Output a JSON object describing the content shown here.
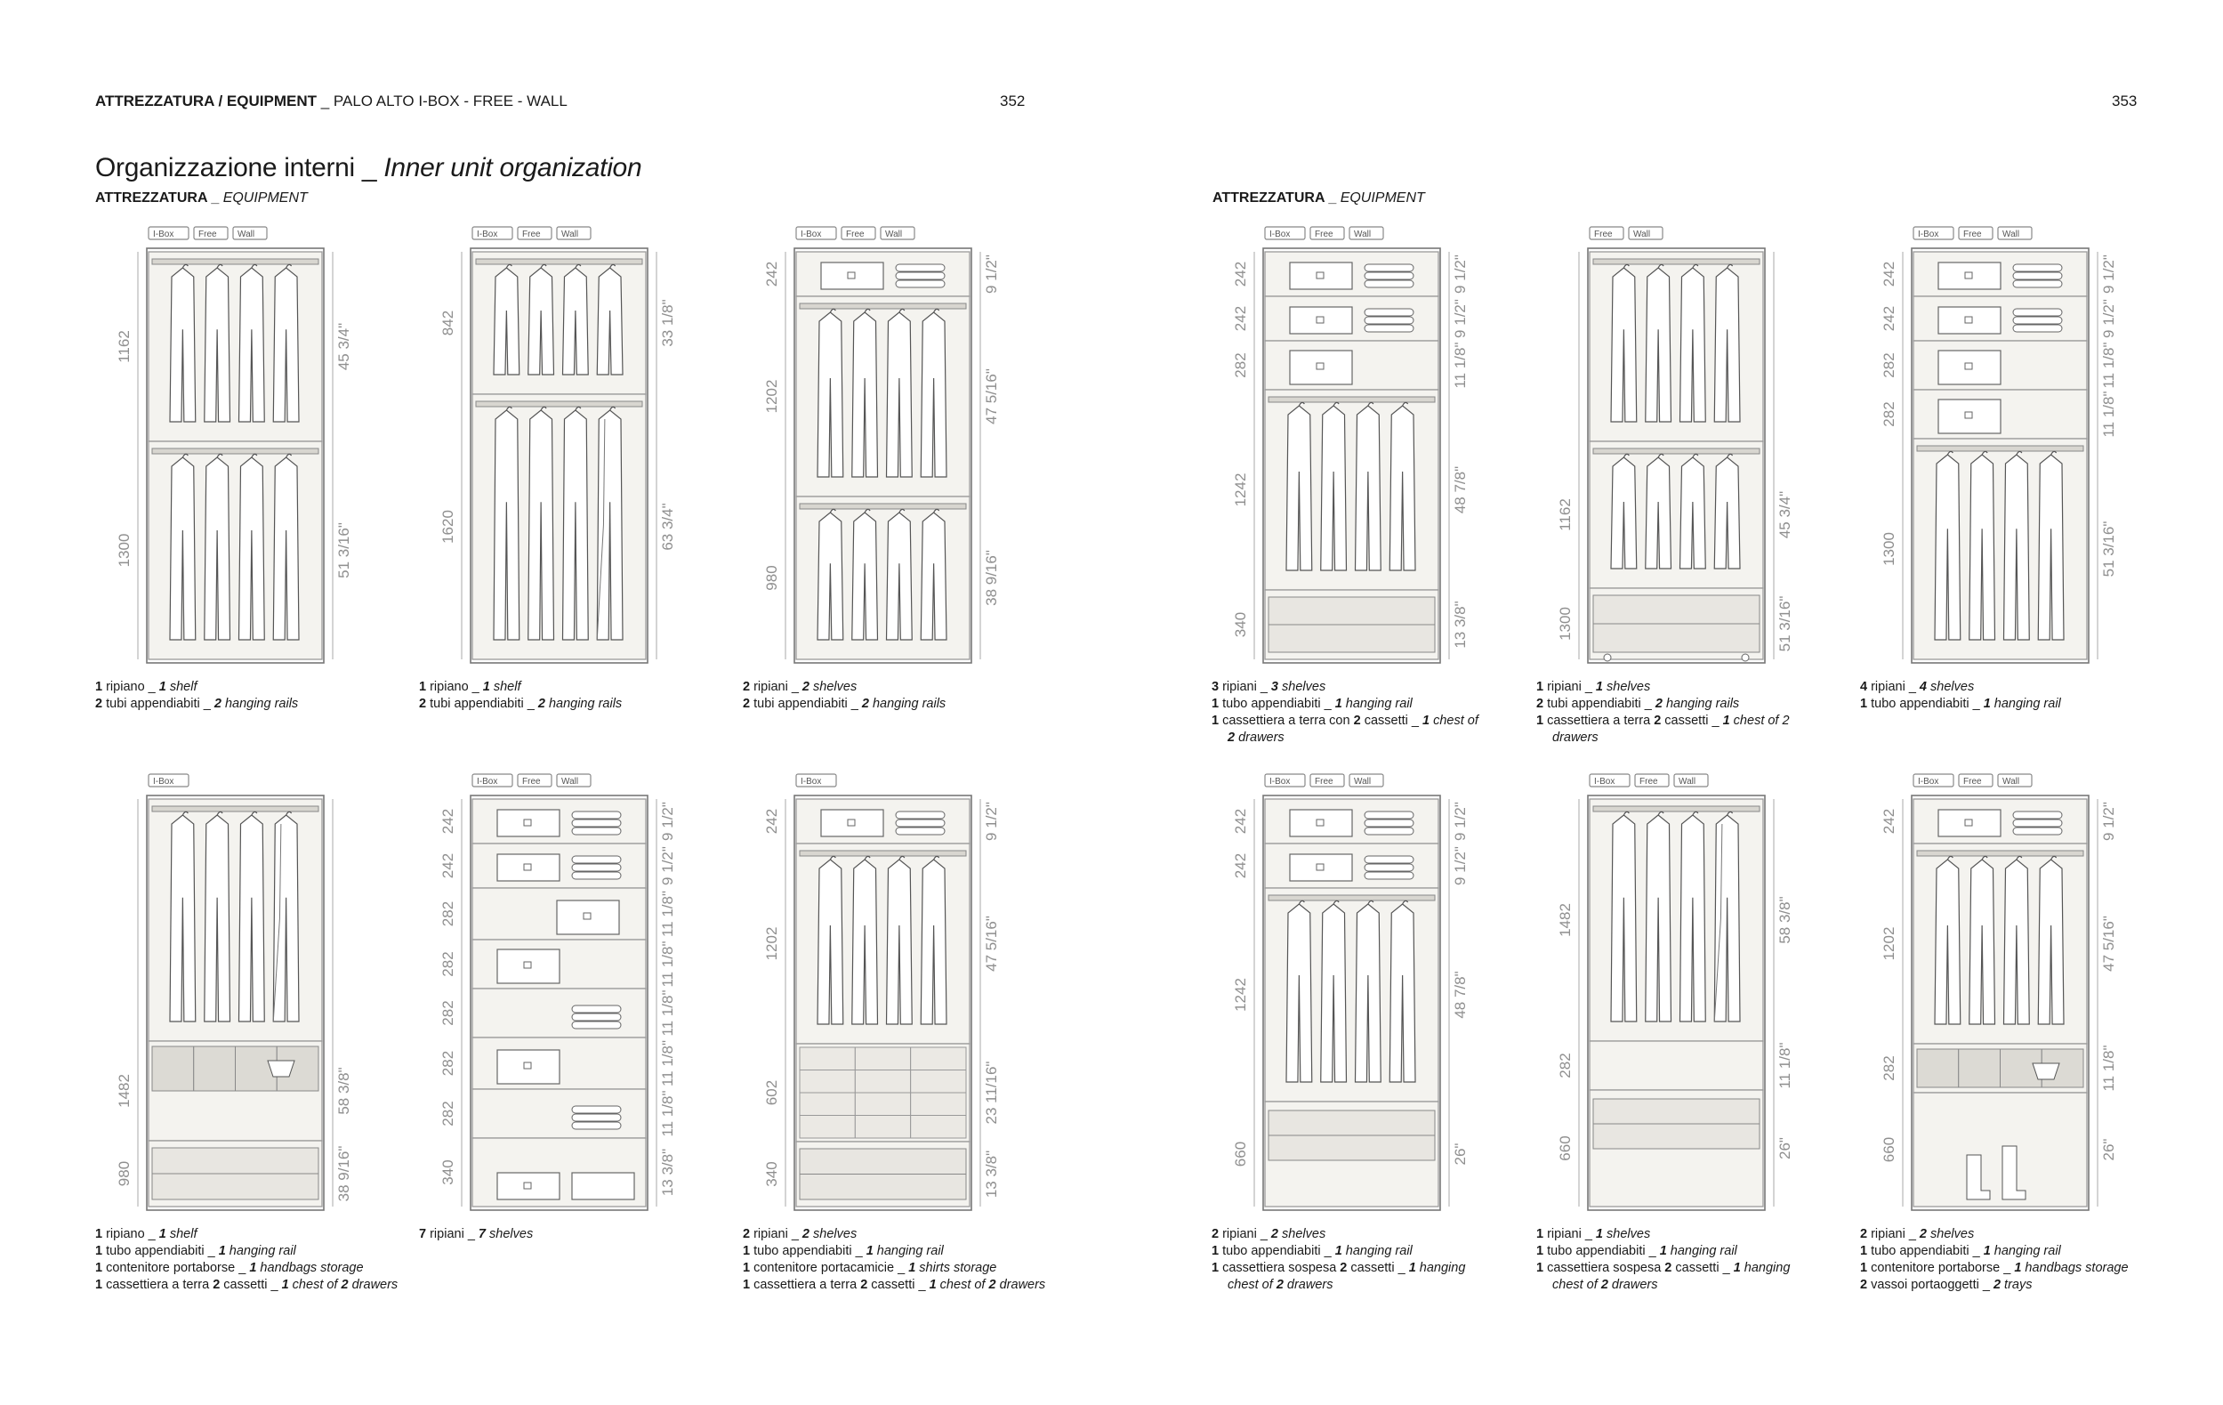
{
  "header": {
    "left_bold": "ATTREZZATURA / EQUIPMENT",
    "left_rest": " _ PALO ALTO I-BOX - FREE - WALL",
    "page_left": "352",
    "page_right": "353"
  },
  "title": {
    "main": "Organizzazione interni _ ",
    "italic": "Inner unit organization"
  },
  "subtitle": {
    "main": "ATTREZZATURA _ ",
    "italic": "EQUIPMENT"
  },
  "cells": [
    {
      "id": "a",
      "badges": [
        "I-Box",
        "Free",
        "Wall"
      ],
      "left_dims": [
        "1162",
        "1300"
      ],
      "right_dims": [
        "45 3/4\"",
        "51 3/16\""
      ],
      "caption": [
        [
          "1",
          " ripiano _ ",
          "1",
          " shelf"
        ],
        [
          "2",
          " tubi appendiabiti _ ",
          "2",
          " hanging rails"
        ]
      ]
    },
    {
      "id": "b",
      "badges": [
        "I-Box",
        "Free",
        "Wall"
      ],
      "left_dims": [
        "842",
        "1620"
      ],
      "right_dims": [
        "33 1/8\"",
        "63 3/4\""
      ],
      "caption": [
        [
          "1",
          " ripiano _ ",
          "1",
          " shelf"
        ],
        [
          "2",
          " tubi appendiabiti _ ",
          "2",
          " hanging rails"
        ]
      ]
    },
    {
      "id": "c",
      "badges": [
        "I-Box",
        "Free",
        "Wall"
      ],
      "left_dims": [
        "242",
        "1202",
        "980"
      ],
      "right_dims": [
        "9 1/2\"",
        "47 5/16\"",
        "38 9/16\""
      ],
      "caption": [
        [
          "2",
          " ripiani _ ",
          "2",
          " shelves"
        ],
        [
          "2",
          " tubi appendiabiti _ ",
          "2",
          " hanging rails"
        ]
      ]
    },
    {
      "id": "d",
      "badges": [
        "I-Box",
        "Free",
        "Wall"
      ],
      "left_dims": [
        "242",
        "242",
        "282",
        "1242",
        "340"
      ],
      "right_dims": [
        "9 1/2\"",
        "9 1/2\"",
        "11 1/8\"",
        "48 7/8\"",
        "13 3/8\""
      ],
      "caption": [
        [
          "3",
          " ripiani _ ",
          "3",
          " shelves"
        ],
        [
          "1",
          " tubo appendiabiti _ ",
          "1",
          " hanging rail"
        ],
        [
          "1",
          " cassettiera a terra con ",
          "2",
          " cassetti _ ",
          "1",
          " chest of"
        ],
        [
          "",
          "",
          "2",
          " drawers"
        ]
      ]
    },
    {
      "id": "e",
      "badges": [
        "Free",
        "Wall"
      ],
      "left_dims": [
        "1162",
        "1300"
      ],
      "right_dims": [
        "45 3/4\"",
        "51 3/16\""
      ],
      "caption": [
        [
          "1",
          " ripiani _ ",
          "1",
          " shelves"
        ],
        [
          "2",
          " tubi appendiabiti _ ",
          "2",
          " hanging rails"
        ],
        [
          "1",
          " cassettiera a terra ",
          "2",
          " cassetti _ ",
          "1",
          " chest of 2"
        ],
        [
          "",
          "",
          " drawers"
        ]
      ]
    },
    {
      "id": "f",
      "badges": [
        "I-Box",
        "Free",
        "Wall"
      ],
      "left_dims": [
        "242",
        "242",
        "282",
        "282",
        "1300"
      ],
      "right_dims": [
        "9 1/2\"",
        "9 1/2\"",
        "11 1/8\"",
        "11 1/8\"",
        "51 3/16\""
      ],
      "caption": [
        [
          "4",
          " ripiani _ ",
          "4",
          " shelves"
        ],
        [
          "1",
          " tubo appendiabiti _ ",
          "1",
          " hanging rail"
        ]
      ]
    },
    {
      "id": "g",
      "badges": [
        "I-Box"
      ],
      "left_dims": [
        "1482",
        "980"
      ],
      "right_dims": [
        "58 3/8\"",
        "38 9/16\""
      ],
      "caption": [
        [
          "1",
          " ripiano _ ",
          "1",
          " shelf"
        ],
        [
          "1",
          " tubo appendiabiti _ ",
          "1",
          " hanging rail"
        ],
        [
          "1",
          " contenitore portaborse _ ",
          "1",
          " handbags storage"
        ],
        [
          "1",
          " cassettiera a terra ",
          "2",
          " cassetti _ ",
          "1",
          " chest of ",
          "2",
          " drawers"
        ]
      ]
    },
    {
      "id": "h",
      "badges": [
        "I-Box",
        "Free",
        "Wall"
      ],
      "left_dims": [
        "242",
        "242",
        "282",
        "282",
        "282",
        "282",
        "282",
        "340"
      ],
      "right_dims": [
        "9 1/2\"",
        "9 1/2\"",
        "11 1/8\"",
        "11 1/8\"",
        "11 1/8\"",
        "11 1/8\"",
        "11 1/8\"",
        "13 3/8\""
      ],
      "caption": [
        [
          "7",
          " ripiani _ ",
          "7",
          " shelves"
        ]
      ]
    },
    {
      "id": "i",
      "badges": [
        "I-Box"
      ],
      "left_dims": [
        "242",
        "1202",
        "602",
        "340"
      ],
      "right_dims": [
        "9 1/2\"",
        "47 5/16\"",
        "23 11/16\"",
        "13 3/8\""
      ],
      "caption": [
        [
          "2",
          " ripiani _ ",
          "2",
          " shelves"
        ],
        [
          "1",
          " tubo appendiabiti _ ",
          "1",
          " hanging rail"
        ],
        [
          "1",
          " contenitore portacamicie _ ",
          "1",
          " shirts storage"
        ],
        [
          "1",
          " cassettiera a terra ",
          "2",
          " cassetti _ ",
          "1",
          " chest of ",
          "2",
          " drawers"
        ]
      ]
    },
    {
      "id": "j",
      "badges": [
        "I-Box",
        "Free",
        "Wall"
      ],
      "left_dims": [
        "242",
        "242",
        "1242",
        "660"
      ],
      "right_dims": [
        "9 1/2\"",
        "9 1/2\"",
        "48 7/8\"",
        "26\""
      ],
      "caption": [
        [
          "2",
          " ripiani _ ",
          "2",
          " shelves"
        ],
        [
          "1",
          " tubo appendiabiti _ ",
          "1",
          " hanging rail"
        ],
        [
          "1",
          " cassettiera sospesa ",
          "2",
          " cassetti _ ",
          "1",
          " hanging"
        ],
        [
          "",
          "",
          " chest of ",
          "2",
          " drawers"
        ]
      ]
    },
    {
      "id": "k",
      "badges": [
        "I-Box",
        "Free",
        "Wall"
      ],
      "left_dims": [
        "1482",
        "282",
        "660"
      ],
      "right_dims": [
        "58 3/8\"",
        "11 1/8\"",
        "26\""
      ],
      "caption": [
        [
          "1",
          " ripiani _ ",
          "1",
          " shelves"
        ],
        [
          "1",
          " tubo appendiabiti _ ",
          "1",
          " hanging rail"
        ],
        [
          "1",
          " cassettiera sospesa ",
          "2",
          " cassetti _ ",
          "1",
          " hanging"
        ],
        [
          "",
          "",
          " chest of ",
          "2",
          " drawers"
        ]
      ]
    },
    {
      "id": "l",
      "badges": [
        "I-Box",
        "Free",
        "Wall"
      ],
      "left_dims": [
        "242",
        "1202",
        "282",
        "660"
      ],
      "right_dims": [
        "9 1/2\"",
        "47 5/16\"",
        "11 1/8\"",
        "26\""
      ],
      "caption": [
        [
          "2",
          " ripiani _ ",
          "2",
          " shelves"
        ],
        [
          "1",
          " tubo appendiabiti _ ",
          "1",
          " hanging rail"
        ],
        [
          "1",
          " contenitore portaborse _ ",
          "1",
          " handbags storage"
        ],
        [
          "2",
          " vassoi portaoggetti _ ",
          "2",
          " trays"
        ]
      ]
    }
  ]
}
